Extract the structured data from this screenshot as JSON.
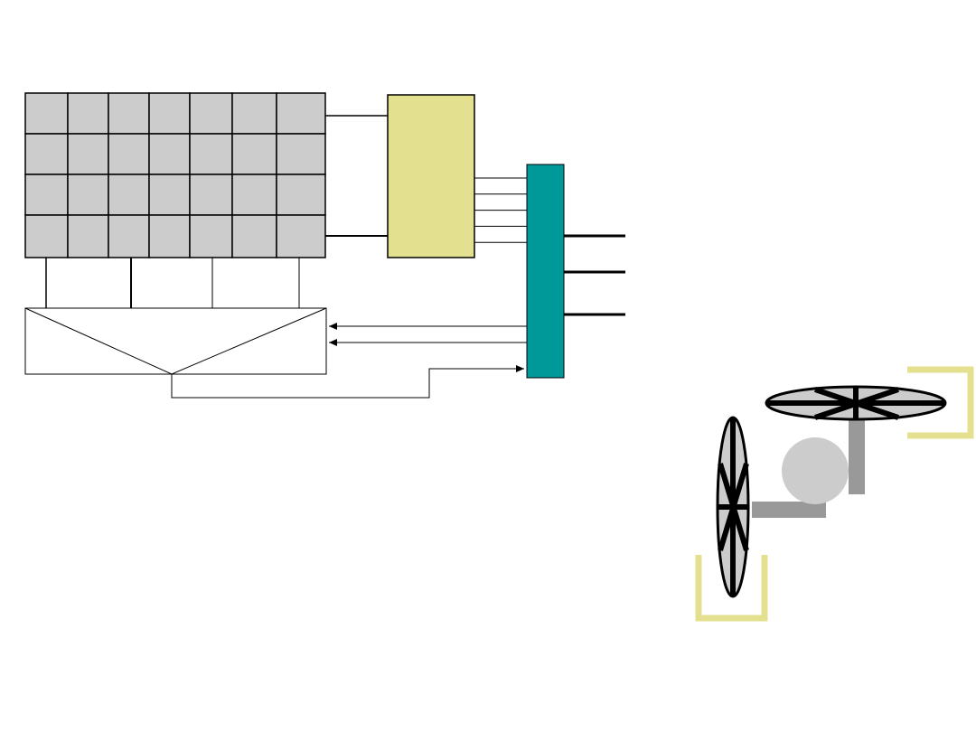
{
  "diagram": {
    "grid": {
      "rows": 4,
      "cols": 7
    },
    "colors": {
      "background": "#ffffff",
      "grid_cell": "#cccccc",
      "line": "#000000",
      "yellow_block": "#e3e08f",
      "teal_bus": "#009999",
      "gray_part": "#999999",
      "light_gray_part": "#cccccc",
      "yellow_bracket": "#e3e08f"
    },
    "yellow_to_bus_lines": 5,
    "bus_outputs": 3,
    "bus_to_decoder_arrows": 2
  }
}
